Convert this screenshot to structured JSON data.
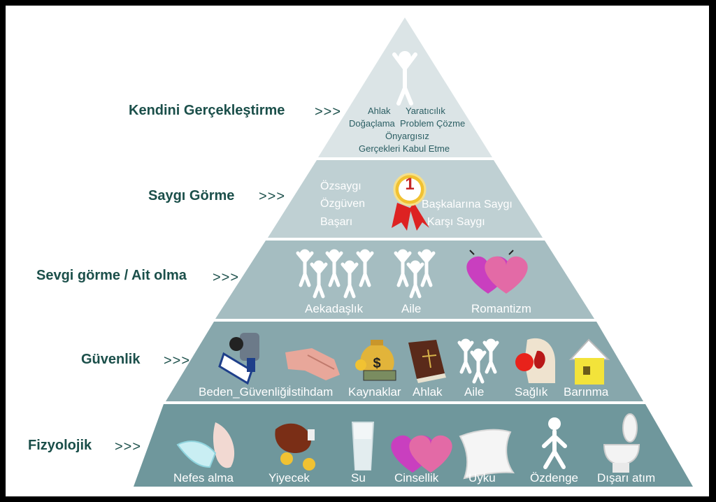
{
  "levels": [
    {
      "title": "Kendini Gerçekleştirme",
      "arrow": ">>>",
      "items": [
        "Ahlak",
        "Yaratıcılık",
        "Doğaçlama",
        "Problem Çözme",
        "Önyargısız",
        "Gerçekleri Kabul Etme"
      ]
    },
    {
      "title": "Saygı Görme",
      "arrow": ">>>",
      "items": [
        "Özsaygı",
        "Özgüven",
        "Başarı",
        "Başkalarına Saygı",
        "Karşı Saygı"
      ],
      "badge": "1"
    },
    {
      "title": "Sevgi görme / Ait olma",
      "arrow": ">>>",
      "items": [
        "Aekadaşlık",
        "Aile",
        "Romantizm"
      ]
    },
    {
      "title": "Güvenlik",
      "arrow": ">>>",
      "items": [
        "Beden_Güvenliği",
        "İstihdam",
        "Kaynaklar",
        "Ahlak",
        "Aile",
        "Sağlık",
        "Barınma"
      ]
    },
    {
      "title": "Fizyolojik",
      "arrow": ">>>",
      "items": [
        "Nefes alma",
        "Yiyecek",
        "Su",
        "Cinsellik",
        "Uyku",
        "Özdenge",
        "Dışarı atım"
      ]
    }
  ],
  "icons": [
    "person-icon",
    "medal-icon",
    "people-group-icon",
    "hearts-icon",
    "security-guard-icon",
    "handshake-icon",
    "money-bag-icon",
    "bible-icon",
    "heart-organ-icon",
    "house-icon",
    "breath-icon",
    "food-icon",
    "water-glass-icon",
    "pillow-icon",
    "toilet-icon"
  ],
  "colors": {
    "level1": "#dbe4e6",
    "level2": "#bfd0d3",
    "level3": "#a5bdc1",
    "level4": "#87a7ac",
    "level5": "#6f979c",
    "label": "#1b4f4a"
  }
}
